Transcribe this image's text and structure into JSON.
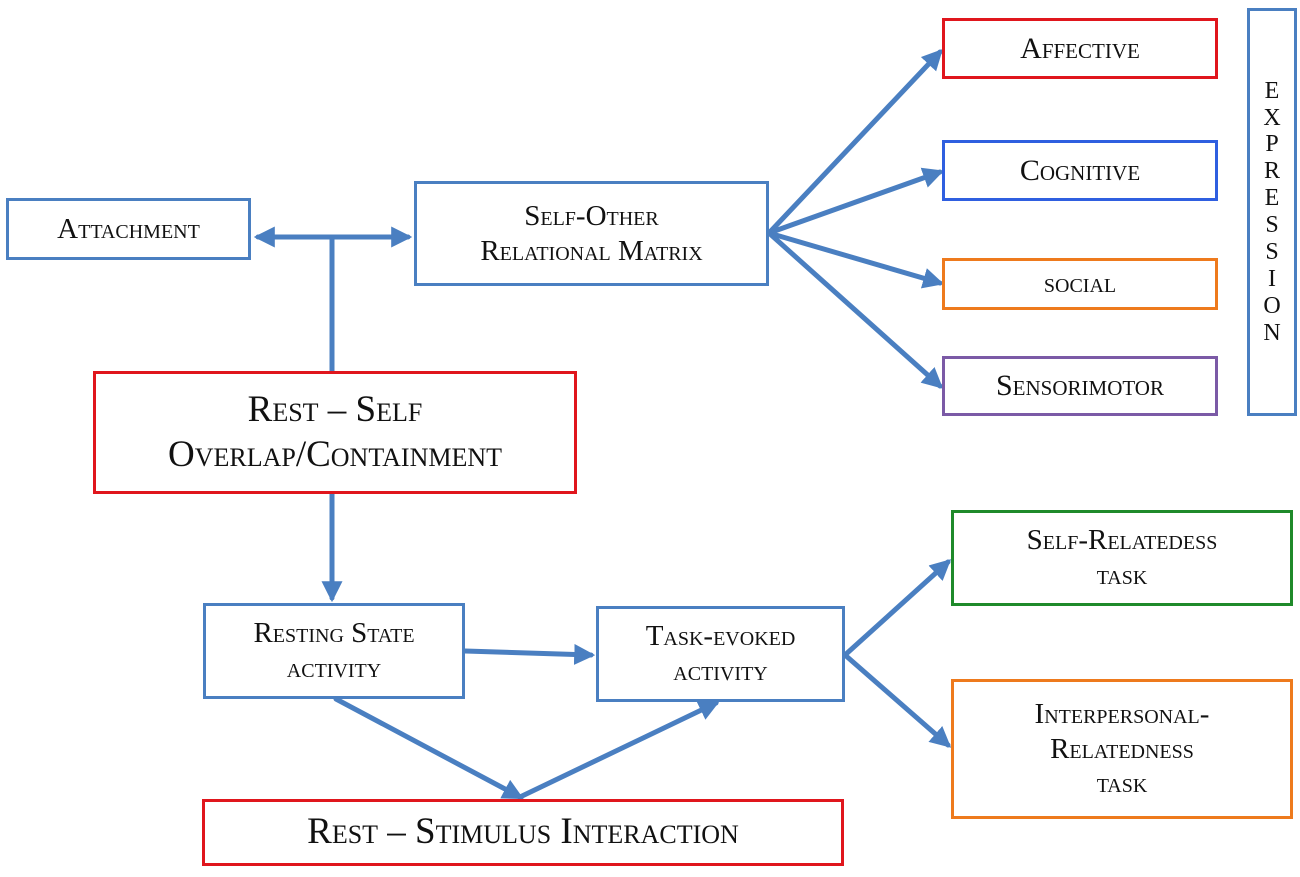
{
  "diagram": {
    "expression_label": "EXPRESSION",
    "nodes": {
      "affective": [
        "Affective"
      ],
      "cognitive": [
        "Cognitive"
      ],
      "social": [
        "social"
      ],
      "sensorimotor": [
        "Sensorimotor"
      ],
      "attachment": [
        "Attachment"
      ],
      "self_other": [
        "Self-Other",
        "Relational Matrix"
      ],
      "rest_self": [
        "Rest – Self",
        "Overlap/Containment"
      ],
      "resting_state": [
        "Resting State",
        "activity"
      ],
      "task_evoked": [
        "Task-evoked",
        "activity"
      ],
      "self_relatedness": [
        "Self-Relatedess",
        "task"
      ],
      "interpersonal": [
        "Interpersonal-",
        "Relatedness",
        "task"
      ],
      "rest_stimulus": [
        "Rest – Stimulus Interaction"
      ]
    },
    "colors": {
      "arrow": "#4a7fc1",
      "blue": "#4a7fc1",
      "red": "#e0161d",
      "orange": "#ee7a1d",
      "purple": "#7b5aa6",
      "green": "#1f8a2a",
      "bright_blue": "#2f5fe0"
    }
  }
}
